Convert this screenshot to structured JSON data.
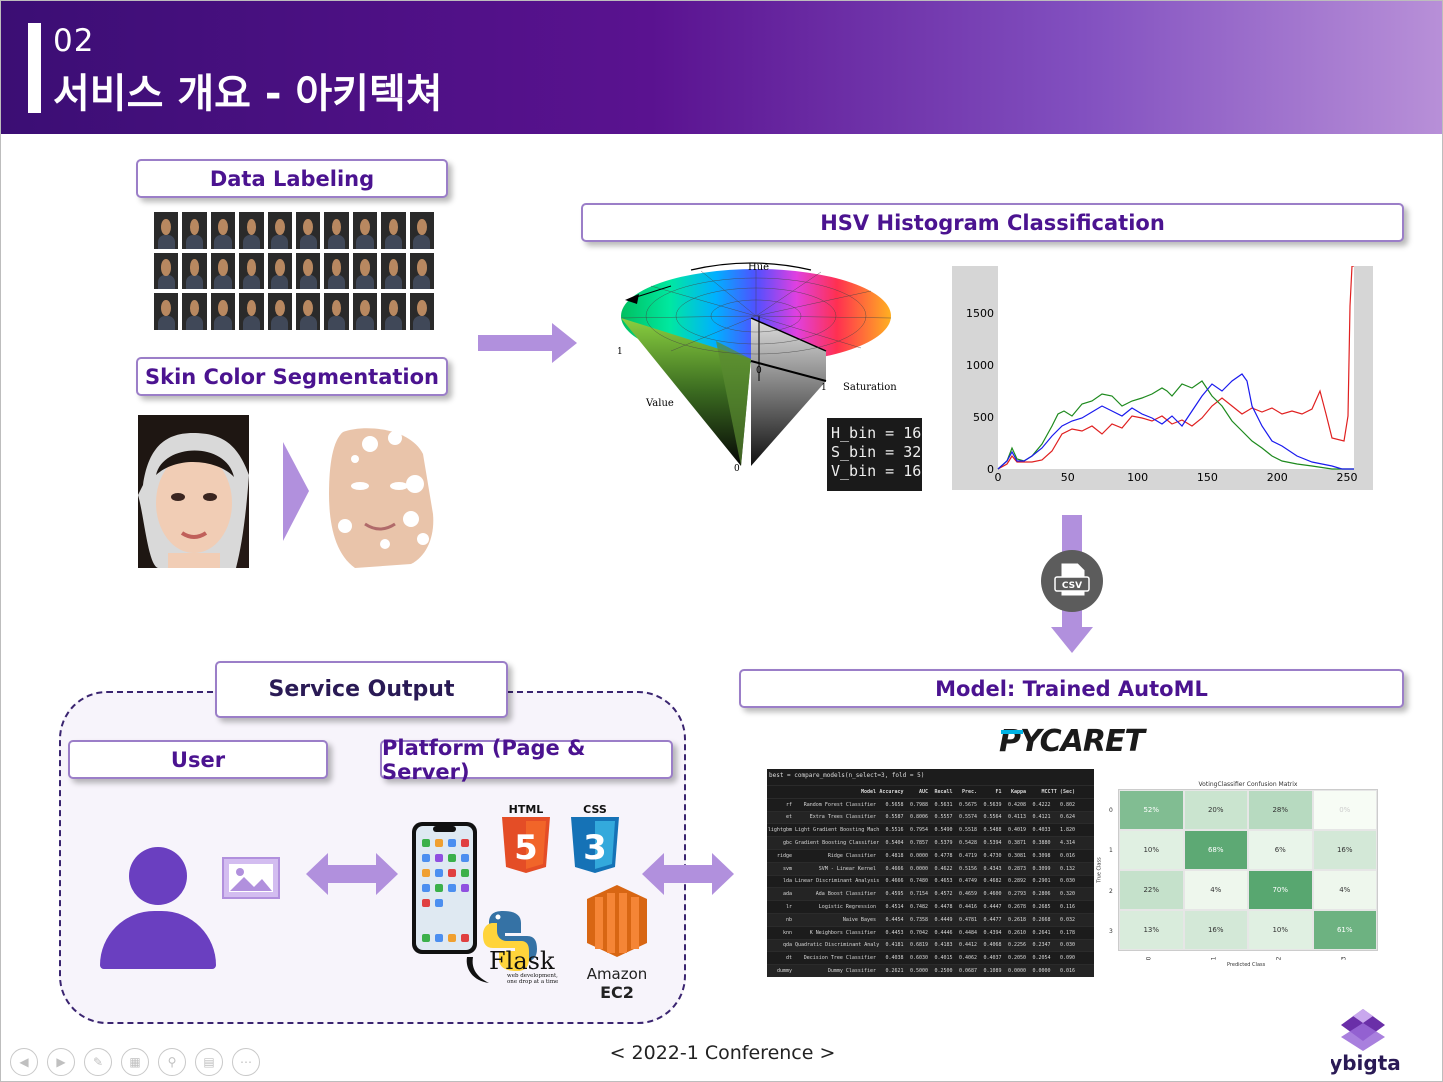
{
  "header": {
    "section_number": "02",
    "title": "서비스 개요 - 아키텍쳐"
  },
  "labels": {
    "data_labeling": "Data Labeling",
    "skin_segmentation": "Skin Color Segmentation",
    "hsv_classification": "HSV Histogram Classification",
    "model": "Model: Trained AutoML",
    "service_output": "Service Output",
    "user": "User",
    "platform": "Platform (Page & Server)"
  },
  "hsv_cone": {
    "hue": "Hue",
    "saturation": "Saturation",
    "value": "Value",
    "one_left": "1",
    "one_right": "1",
    "zero_center": "0",
    "zero_bottom": "0"
  },
  "bins": {
    "line1": "H_bin = 16",
    "line2": "S_bin = 32",
    "line3": "V_bin = 16"
  },
  "histogram": {
    "y_ticks": [
      "1500",
      "1000",
      "500",
      "0"
    ],
    "x_ticks": [
      "0",
      "50",
      "100",
      "150",
      "200",
      "250"
    ],
    "series_colors": {
      "red": "#e02020",
      "green": "#1e8a1e",
      "blue": "#1a1aee"
    }
  },
  "csv_icon": {
    "label": "CSV"
  },
  "pycaret": {
    "logo": "PYCARET",
    "command": "best = compare_models(n_select=3, fold = 5)",
    "columns": [
      "",
      "Model",
      "Accuracy",
      "AUC",
      "Recall",
      "Prec.",
      "F1",
      "Kappa",
      "MCC",
      "TT (Sec)"
    ],
    "rows": [
      [
        "rf",
        "Random Forest Classifier",
        "0.5658",
        "0.7988",
        "0.5631",
        "0.5675",
        "0.5639",
        "0.4208",
        "0.4222",
        "0.802"
      ],
      [
        "et",
        "Extra Trees Classifier",
        "0.5587",
        "0.8006",
        "0.5557",
        "0.5574",
        "0.5564",
        "0.4113",
        "0.4121",
        "0.624"
      ],
      [
        "lightgbm",
        "Light Gradient Boosting Machine",
        "0.5516",
        "0.7954",
        "0.5490",
        "0.5518",
        "0.5488",
        "0.4019",
        "0.4033",
        "1.820"
      ],
      [
        "gbc",
        "Gradient Boosting Classifier",
        "0.5404",
        "0.7857",
        "0.5379",
        "0.5428",
        "0.5394",
        "0.3871",
        "0.3880",
        "4.314"
      ],
      [
        "ridge",
        "Ridge Classifier",
        "0.4818",
        "0.0000",
        "0.4778",
        "0.4719",
        "0.4730",
        "0.3081",
        "0.3098",
        "0.016"
      ],
      [
        "svm",
        "SVM - Linear Kernel",
        "0.4666",
        "0.0000",
        "0.4622",
        "0.5156",
        "0.4343",
        "0.2873",
        "0.3099",
        "0.132"
      ],
      [
        "lda",
        "Linear Discriminant Analysis",
        "0.4666",
        "0.7480",
        "0.4653",
        "0.4749",
        "0.4682",
        "0.2892",
        "0.2901",
        "0.030"
      ],
      [
        "ada",
        "Ada Boost Classifier",
        "0.4595",
        "0.7154",
        "0.4572",
        "0.4659",
        "0.4600",
        "0.2793",
        "0.2806",
        "0.320"
      ],
      [
        "lr",
        "Logistic Regression",
        "0.4514",
        "0.7482",
        "0.4478",
        "0.4416",
        "0.4447",
        "0.2678",
        "0.2685",
        "0.116"
      ],
      [
        "nb",
        "Naive Bayes",
        "0.4454",
        "0.7358",
        "0.4449",
        "0.4781",
        "0.4477",
        "0.2618",
        "0.2668",
        "0.032"
      ],
      [
        "knn",
        "K Neighbors Classifier",
        "0.4453",
        "0.7042",
        "0.4446",
        "0.4484",
        "0.4394",
        "0.2610",
        "0.2641",
        "0.178"
      ],
      [
        "qda",
        "Quadratic Discriminant Analysis",
        "0.4181",
        "0.6819",
        "0.4183",
        "0.4412",
        "0.4068",
        "0.2256",
        "0.2347",
        "0.030"
      ],
      [
        "dt",
        "Decision Tree Classifier",
        "0.4038",
        "0.6030",
        "0.4015",
        "0.4062",
        "0.4037",
        "0.2050",
        "0.2054",
        "0.090"
      ],
      [
        "dummy",
        "Dummy Classifier",
        "0.2621",
        "0.5000",
        "0.2500",
        "0.0687",
        "0.1089",
        "0.0000",
        "0.0000",
        "0.016"
      ]
    ]
  },
  "confusion": {
    "title": "VotingClassifier Confusion Matrix",
    "y_axis": "True Class",
    "x_axis": "Predicted Class",
    "classes": [
      "0",
      "1",
      "2",
      "3"
    ],
    "cells": [
      [
        "52%",
        "20%",
        "28%",
        "0%"
      ],
      [
        "10%",
        "68%",
        "6%",
        "16%"
      ],
      [
        "22%",
        "4%",
        "70%",
        "4%"
      ],
      [
        "13%",
        "16%",
        "10%",
        "61%"
      ]
    ],
    "values": [
      [
        52,
        20,
        28,
        0
      ],
      [
        10,
        68,
        6,
        16
      ],
      [
        22,
        4,
        70,
        4
      ],
      [
        13,
        16,
        10,
        61
      ]
    ]
  },
  "platform": {
    "html_label": "HTML",
    "html_num": "5",
    "css_label": "CSS",
    "css_num": "3",
    "flask_label": "Flask",
    "flask_sub1": "web development,",
    "flask_sub2": "one drop at a time",
    "amazon": "Amazon",
    "ec2": "EC2"
  },
  "footer": {
    "conference": "< 2022-1 Conference >",
    "brand": "ybigta"
  },
  "icons": [
    "prev-icon",
    "next-icon",
    "pen-icon",
    "slides-icon",
    "zoom-icon",
    "subtitle-icon",
    "more-icon"
  ]
}
